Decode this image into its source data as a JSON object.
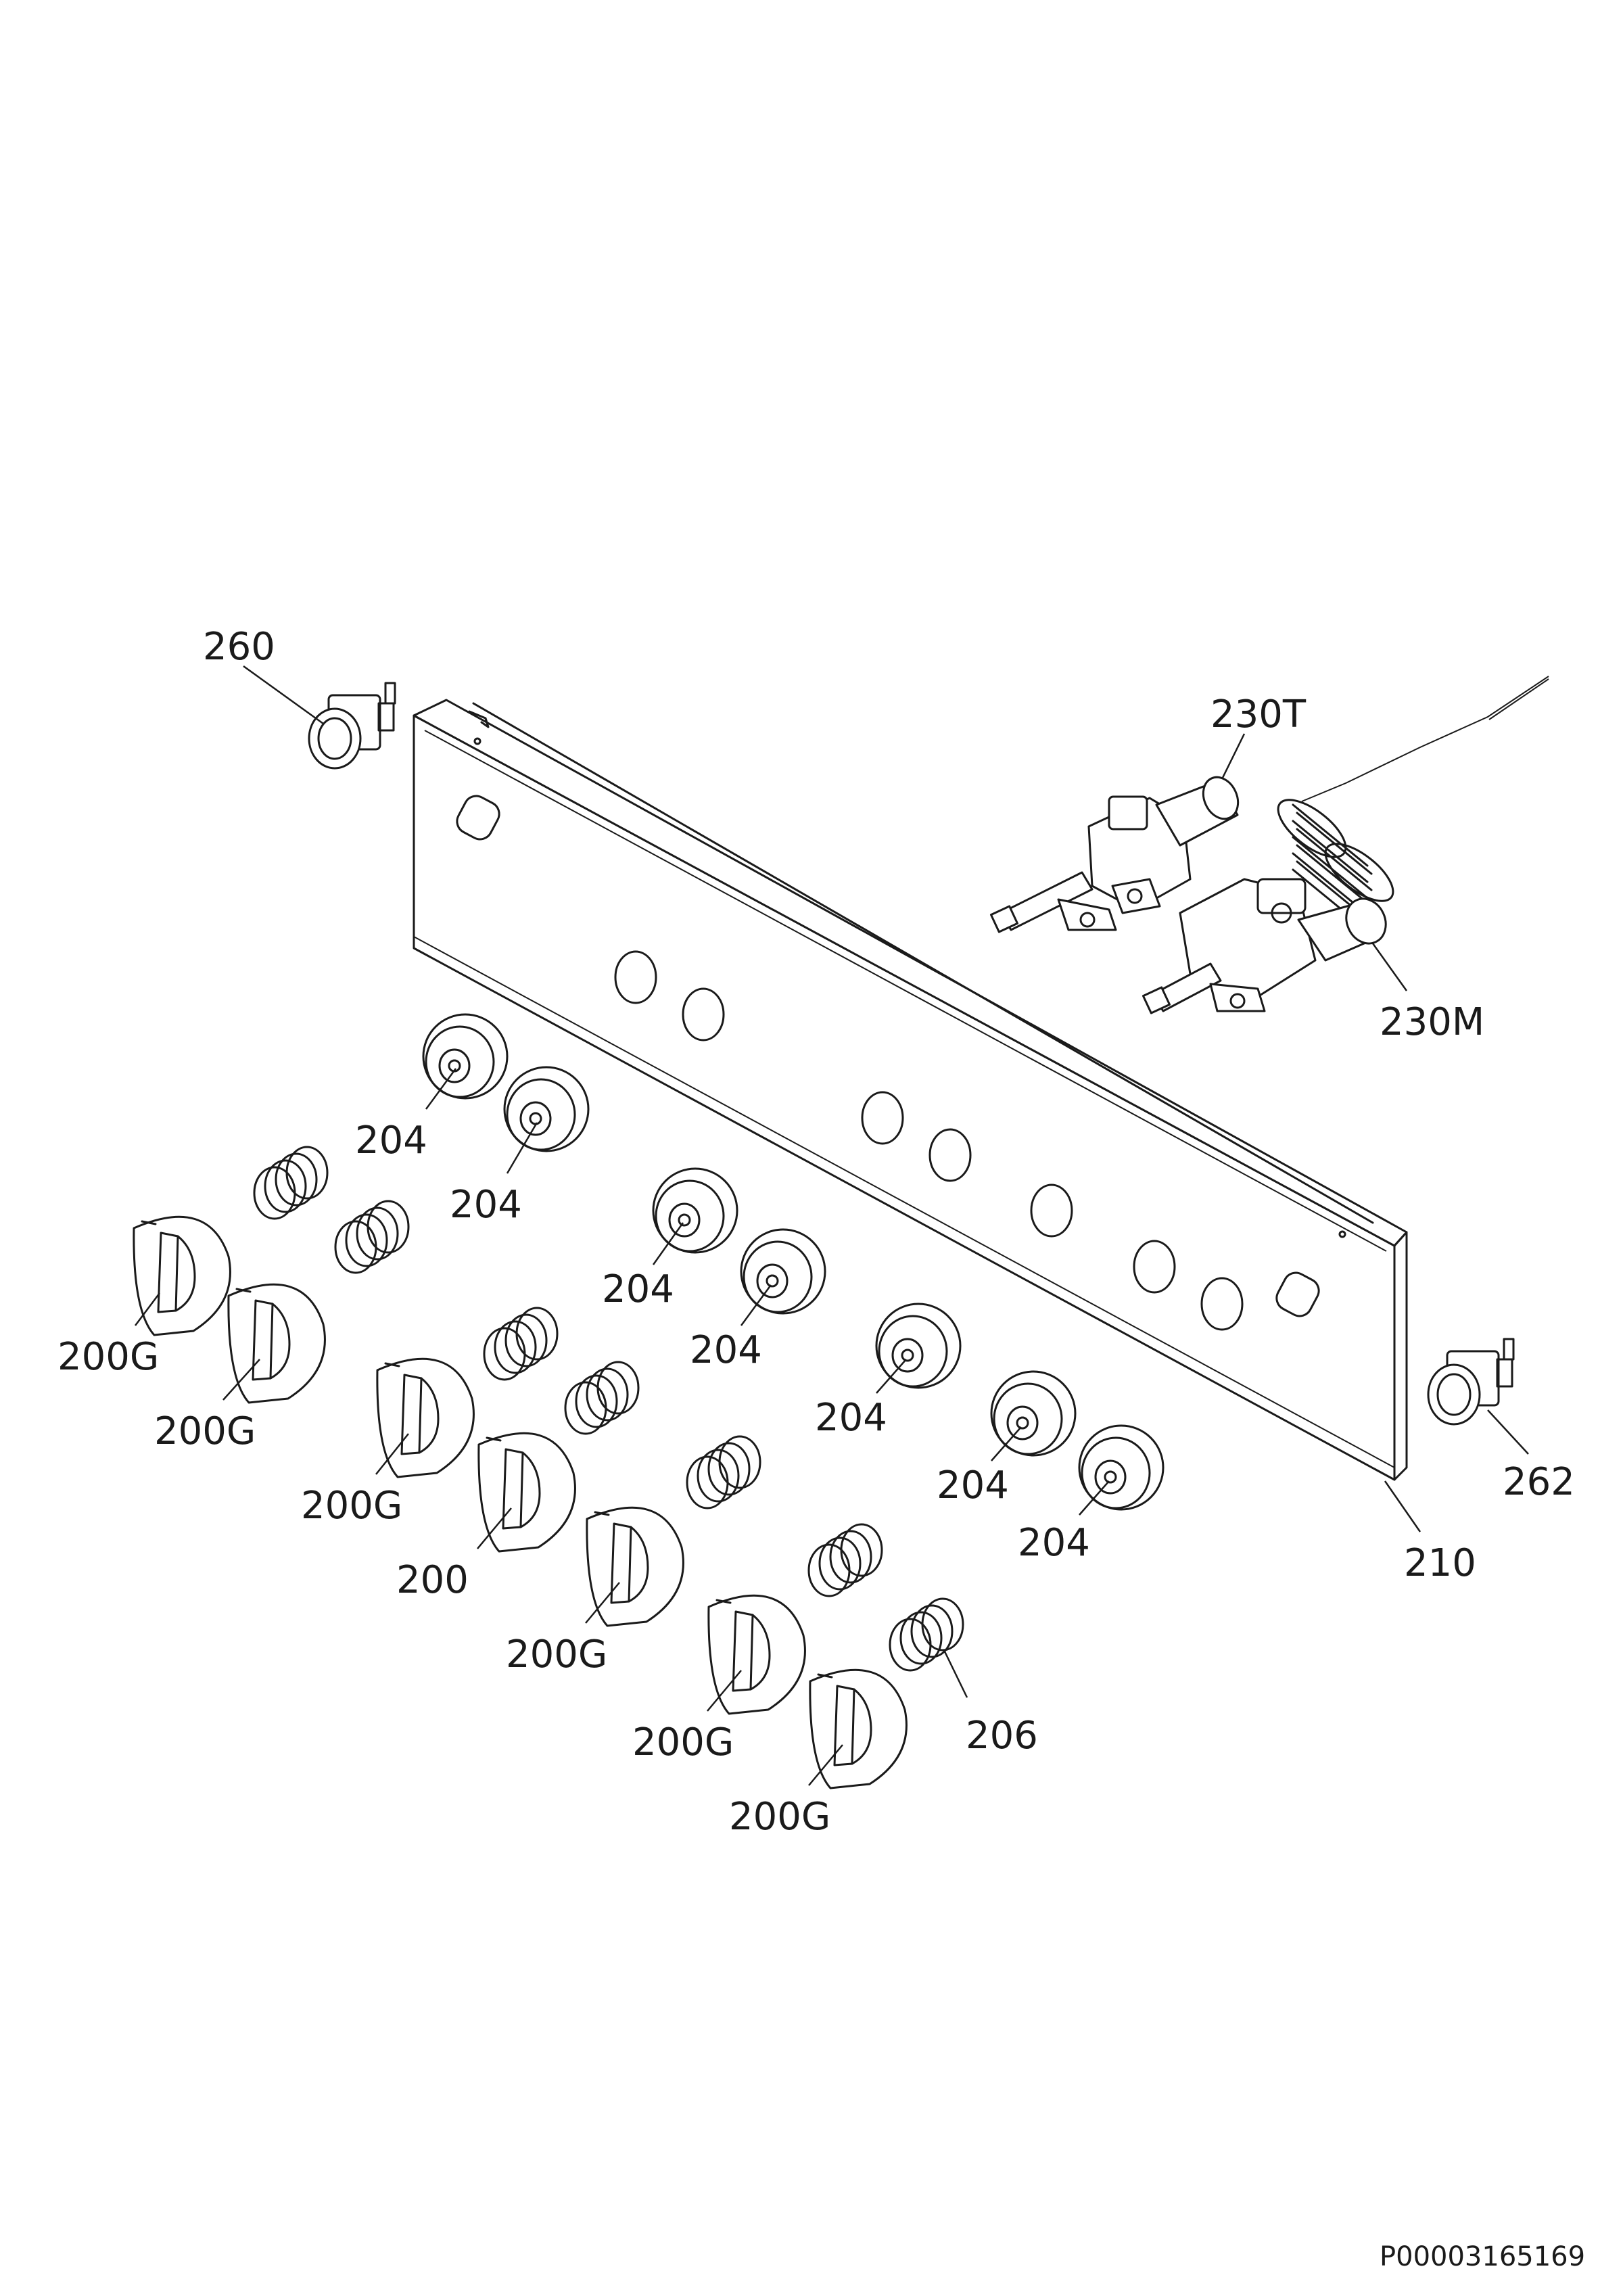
{
  "document_id": "P00003165169",
  "parts": [
    {
      "label": "260",
      "component": "indicator-lamp"
    },
    {
      "label": "230T",
      "component": "thermostat-gas-valve"
    },
    {
      "label": "230M",
      "component": "gas-tap"
    },
    {
      "label": "204",
      "component": "knob-bezel"
    },
    {
      "label": "204",
      "component": "knob-bezel"
    },
    {
      "label": "204",
      "component": "knob-bezel"
    },
    {
      "label": "204",
      "component": "knob-bezel"
    },
    {
      "label": "204",
      "component": "knob-bezel"
    },
    {
      "label": "204",
      "component": "knob-bezel"
    },
    {
      "label": "204",
      "component": "knob-bezel"
    },
    {
      "label": "200G",
      "component": "control-knob"
    },
    {
      "label": "200G",
      "component": "control-knob"
    },
    {
      "label": "200G",
      "component": "control-knob"
    },
    {
      "label": "200",
      "component": "control-knob"
    },
    {
      "label": "200G",
      "component": "control-knob"
    },
    {
      "label": "200G",
      "component": "control-knob"
    },
    {
      "label": "200G",
      "component": "control-knob"
    },
    {
      "label": "206",
      "component": "spring"
    },
    {
      "label": "210",
      "component": "control-panel"
    },
    {
      "label": "262",
      "component": "indicator-lamp"
    }
  ]
}
